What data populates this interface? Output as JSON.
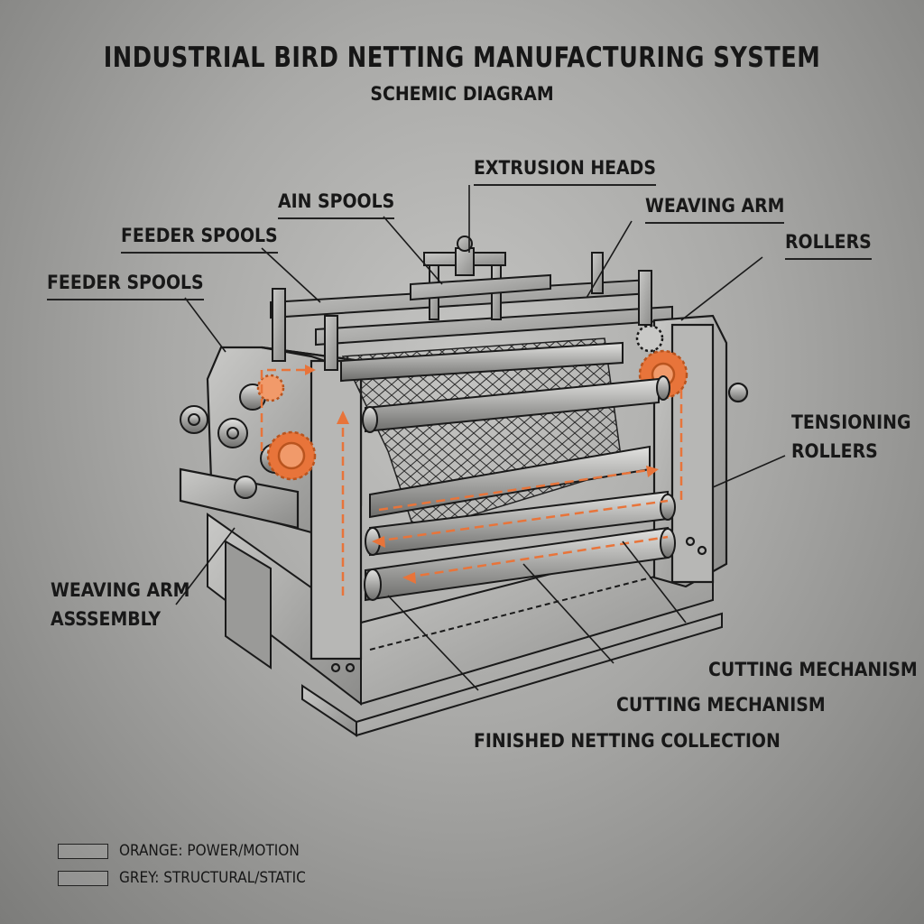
{
  "title": "INDUSTRIAL BIRD NETTING MANUFACTURING SYSTEM",
  "subtitle": "SCHEMIC DIAGRAM",
  "labels": {
    "extrusion_heads": "EXTRUSION HEADS",
    "ain_spools": "AIN SPOOLS",
    "weaving_arm": "WEAVING ARM",
    "feeder_spools_1": "FEEDER SPOOLS",
    "rollers": "ROLLERS",
    "feeder_spools_2": "FEEDER SPOOLS",
    "tensioning_rollers_1": "TENSIONING",
    "tensioning_rollers_2": "ROLLERS",
    "weaving_arm_assembly_1": "WEAVING ARM",
    "weaving_arm_assembly_2": "ASSSEMBLY",
    "cutting_mechanism_1": "CUTTING MECHANISM",
    "cutting_mechanism_2": "CUTTING MECHANISM",
    "finished_netting": "FINISHED NETTING COLLECTION"
  },
  "legend": [
    {
      "text": "ORANGE: POWER/MOTION"
    },
    {
      "text": "GREY: STRUCTURAL/STATIC"
    }
  ],
  "colors": {
    "power_motion": "#e8743a",
    "structural": "#8a8a88",
    "ink": "#1a1a1a"
  }
}
